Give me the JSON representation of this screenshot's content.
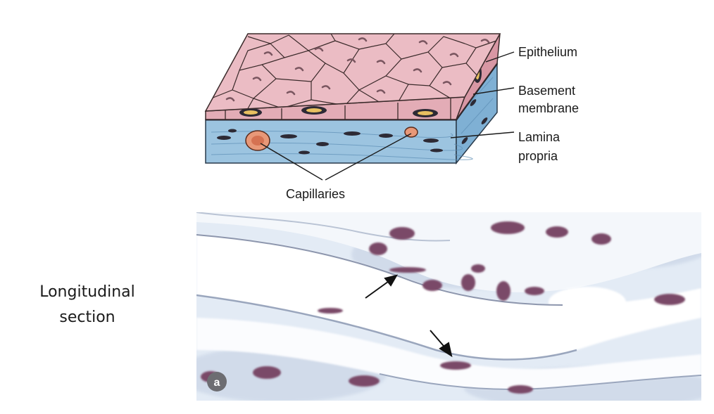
{
  "diagram": {
    "labels": {
      "epithelium": "Epithelium",
      "basement_line1": "Basement",
      "basement_line2": "membrane",
      "lamina_line1": "Lamina",
      "lamina_line2": "propria",
      "capillaries": "Capillaries"
    },
    "colors": {
      "epithelium_fill": "#e8b8c0",
      "epithelium_edge": "#c98a96",
      "cell_outline": "#3a2a2a",
      "lamina_fill": "#9cc4e0",
      "lamina_dark": "#6c9cc0",
      "nucleus": "#2d2a35",
      "capillary": "#e89878",
      "capillary_core": "#c85838",
      "yolk": "#e8c060"
    }
  },
  "micrograph": {
    "panel_letter": "a",
    "colors": {
      "background": "#e6eef7",
      "fiber": "#ffffff",
      "nucleus": "#7a4a68",
      "shadow": "#c8cfdc"
    }
  },
  "side_label": {
    "line1": "Longitudinal",
    "line2": "section"
  }
}
